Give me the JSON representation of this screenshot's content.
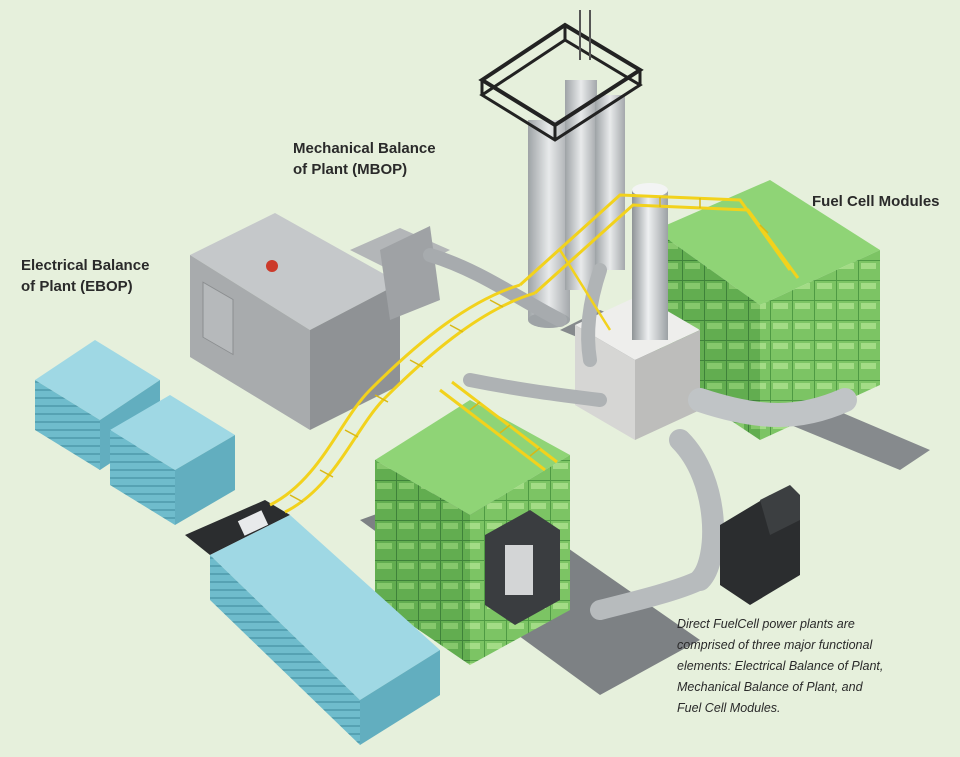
{
  "labels": {
    "mbop": {
      "line1": "Mechanical Balance",
      "line2": "of Plant (MBOP)"
    },
    "ebop": {
      "line1": "Electrical Balance",
      "line2": "of Plant (EBOP)"
    },
    "fcm": {
      "line1": "Fuel Cell Modules"
    }
  },
  "caption": {
    "lines": [
      "Direct FuelCell power plants are",
      "comprised of three major functional",
      "elements: Electrical Balance of Plant,",
      "Mechanical Balance of Plant, and",
      "Fuel Cell Modules."
    ]
  },
  "colors": {
    "background": "#e6f0dc",
    "fuel_cell_green": "#7cc464",
    "ebop_blue": "#7ec7d6",
    "mbop_gray": "#a9acaf",
    "catwalk_yellow": "#f2d21c",
    "pipe_silver": "#c9ccce"
  }
}
